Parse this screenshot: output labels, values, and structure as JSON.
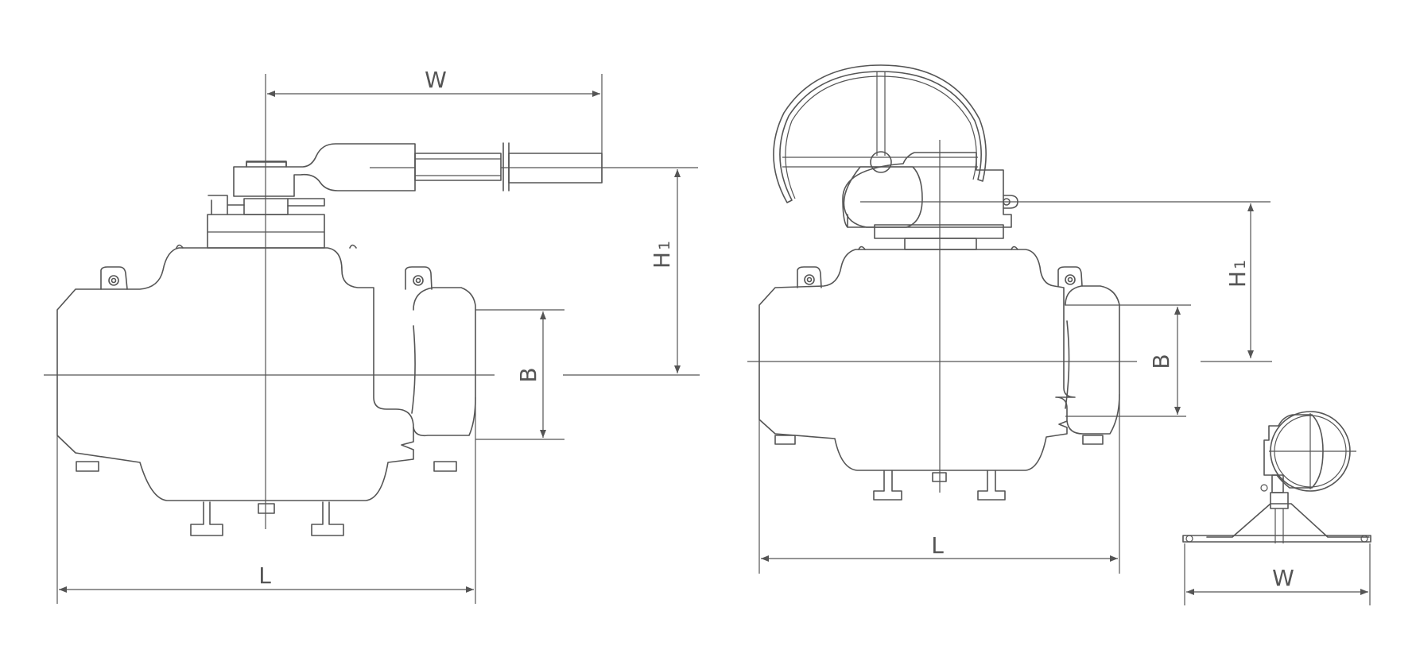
{
  "colors": {
    "line": "#555555",
    "background": "#ffffff"
  },
  "lever_view": {
    "labels": {
      "W": "W",
      "H1_main": "H",
      "H1_sub": "1",
      "B": "B",
      "L": "L"
    }
  },
  "gear_view": {
    "labels": {
      "H1_main": "H",
      "H1_sub": "1",
      "B": "B",
      "L": "L"
    }
  },
  "side_view": {
    "labels": {
      "W": "W"
    }
  }
}
